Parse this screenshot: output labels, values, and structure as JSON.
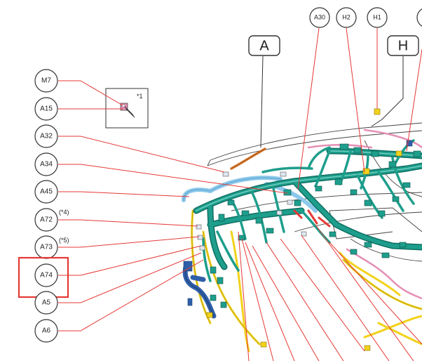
{
  "colors": {
    "leader": "#e53935",
    "harness_main": "#1e9e8c",
    "harness_dark": "#0f6f63",
    "harness_light": "#6ecfc0",
    "harness_yellow": "#f2d21b",
    "harness_blue": "#2f5fa8",
    "harness_sky": "#8cc8ea",
    "harness_pink": "#e58fb5",
    "harness_orange": "#d7772c",
    "highlight": "#e53935",
    "outline": "#333333"
  },
  "icons": [
    "connector-icon"
  ],
  "section_labels": [
    "A",
    "H"
  ],
  "top_callouts": [
    "A30",
    "H2",
    "H1"
  ],
  "left_callouts": [
    "M7",
    "A15",
    "A32",
    "A34",
    "A45",
    "A72",
    "A73",
    "A74",
    "A5",
    "A6"
  ],
  "notes": {
    "inset": "*1",
    "a72": "(*4)",
    "a73": "(*5)"
  },
  "highlighted_callout": "A74"
}
